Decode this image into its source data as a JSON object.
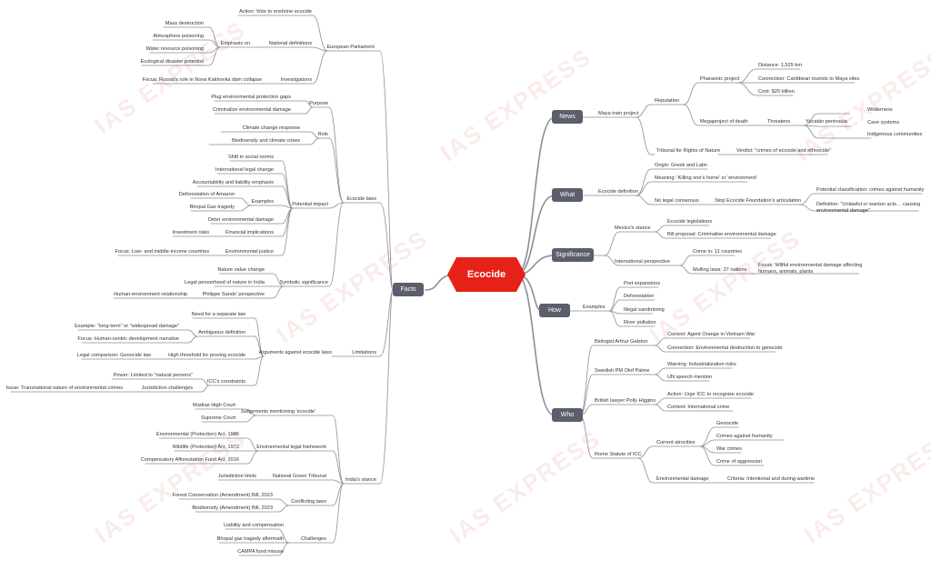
{
  "central": "Ecocide",
  "watermark": "IAS EXPRESS",
  "nodes": {
    "news": "News",
    "maya": "Maya train project",
    "reputation": "Reputation",
    "pharaonic": "Pharaonic project",
    "distance": "Distance: 1,525 km",
    "connection_maya": "Connection: Caribbean tourists to Maya sites",
    "cost": "Cost: $20 billion",
    "megaproject": "Megaproject of death",
    "threatens": "Threatens",
    "yucatan": "Yucatán peninsula",
    "wilderness": "Wilderness",
    "cave": "Cave systems",
    "indigenous": "Indigenous communities",
    "tribunal": "Tribunal for Rights of Nature",
    "verdict": "Verdict: \"crimes of ecocide and ethnocide\"",
    "what": "What",
    "ecodef": "Ecocide definition",
    "origin": "Origin: Greek and Latin",
    "meaning": "Meaning: 'Killing one's home' or 'environment'",
    "nolegal": "No legal consensus",
    "stopeco": "Stop Ecocide Foundation's articulation",
    "potclass": "Potential classification: crimes against humanity",
    "definition": "Definition: \"Unlawful or wanton acts… causing environmental damage\"",
    "significance": "Significance",
    "mexico": "Mexico's stance",
    "ecoleg": "Ecocide legislations",
    "billprop": "Bill proposal: Criminalise environmental damage",
    "intl": "International perspective",
    "crimein": "Crime in: 11 countries",
    "mulling": "Mulling laws: 27 nations",
    "focus_willful": "Focus: Willful environmental damage affecting humans, animals, plants",
    "how": "How",
    "examples_how": "Examples",
    "port": "Port expansions",
    "deforest": "Deforestation",
    "sand": "Illegal sandmining",
    "river": "River pollution",
    "who": "Who",
    "galston": "Biologist Arthur Galston",
    "agent": "Context: Agent Orange in Vietnam War",
    "conn_geno": "Connection: Environmental destruction to genocide",
    "palme": "Swedish PM Olof Palme",
    "warning": "Warning: Industrialization risks",
    "unspeech": "UN speech mention",
    "higgins": "British lawyer Polly Higgins",
    "urge": "Action: Urge ICC to recognize ecocide",
    "context_intl": "Context: International crime",
    "rome": "Rome Statute of ICC",
    "current": "Current atrocities",
    "genocide": "Genocide",
    "cah": "Crimes against humanity",
    "warcrimes": "War crimes",
    "aggression": "Crime of aggression",
    "envdamage": "Environmental damage",
    "criteria": "Criteria: Intentional and during wartime",
    "facts": "Facts",
    "ep": "European Parliament",
    "vote": "Action: Vote to enshrine ecocide",
    "natdef": "National definitions",
    "emphasis": "Emphasis on",
    "mass": "Mass destruction",
    "atmos": "Atmosphere poisoning",
    "water": "Water resource poisoning",
    "ecodis": "Ecological disaster potential",
    "invest": "Investigations",
    "russia": "Focus: Russia's role in Nova Kakhovka dam collapse",
    "ecolaws": "Ecocide laws",
    "purpose": "Purpose",
    "plug": "Plug environmental protection gaps",
    "criminalize": "Criminalize environmental damage",
    "role": "Role",
    "climate": "Climate change response",
    "biodiv": "Biodiversity and climate crises",
    "potimpact": "Potential impact",
    "shift": "Shift in social norms",
    "intlchange": "International legal change",
    "account": "Accountability and liability emphasis",
    "examples_fact": "Examples",
    "amazon": "Deforestation of Amazon",
    "bhopal": "Bhopal Gas tragedy",
    "deter": "Deter environmental damage",
    "financial": "Financial implications",
    "investrisk": "Investment risks",
    "envjust": "Environmental justice",
    "lowmid": "Focus: Low- and middle-income countries",
    "symbolic": "Symbolic significance",
    "natval": "Nature value change",
    "legalperson": "Legal personhood of nature in India",
    "sands": "Philippe Sands' perspective",
    "humanenv": "Human-environment relationship",
    "limitations": "Limitations",
    "args": "Arguments against ecocide laws",
    "needsep": "Need for a separate law",
    "ambig": "Ambiguous definition",
    "exlong": "Example: \"long-term\" or \"widespread damage\"",
    "focushuman": "Focus: Human-centric development narrative",
    "highthresh": "High threshold for proving ecocide",
    "legalcomp": "Legal comparison: Genocide law",
    "iccc": "ICC's constraints",
    "power": "Power: Limited to \"natural persons\"",
    "jurisd": "Jurisdiction challenges",
    "issue": "Issue: Transnational nature of environmental crimes",
    "india": "India's stance",
    "judg": "Judgements mentioning 'ecocide'",
    "madras": "Madras High Court",
    "supreme": "Supreme Court",
    "envframe": "Environmental legal framework",
    "epa": "Environmental (Protection) Act, 1986",
    "wpa": "Wildlife (Protection) Act, 1972",
    "compaff": "Compensatory Afforestation Fund Act, 2016",
    "ngt": "National Green Tribunal",
    "jurlim": "Jurisdiction limits",
    "conflict": "Conflicting laws",
    "forestbill": "Forest Conservation (Amendment) Bill, 2023",
    "biobill": "Biodiversity (Amendment) Bill, 2023",
    "challenges": "Challenges",
    "liab": "Liability and compensation",
    "bhopalafter": "Bhopal gas tragedy aftermath",
    "campa": "CAMPA fund misuse"
  }
}
